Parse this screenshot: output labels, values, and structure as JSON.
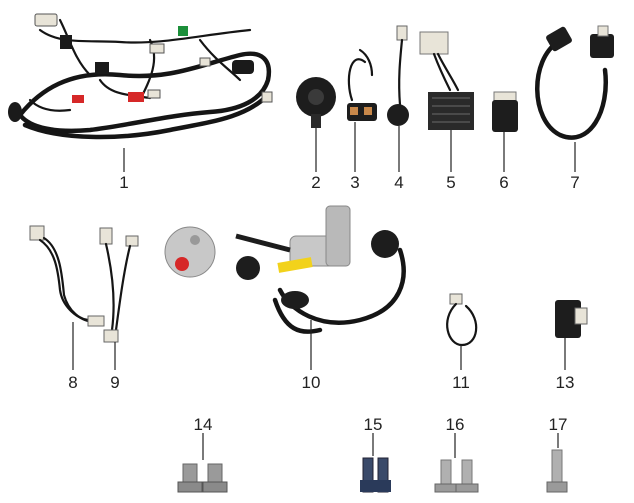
{
  "colors": {
    "wire": "#151515",
    "plug_white": "#e8e4d8",
    "plug_grey": "#b9b9b9",
    "metal": "#c8c8c8",
    "red": "#d62828",
    "yellow": "#f2d21b",
    "green": "#1c8f3a",
    "blue": "#2d5fb5"
  },
  "parts": [
    {
      "number": "1"
    },
    {
      "number": "2"
    },
    {
      "number": "3"
    },
    {
      "number": "4"
    },
    {
      "number": "5"
    },
    {
      "number": "6"
    },
    {
      "number": "7"
    },
    {
      "number": "8"
    },
    {
      "number": "9"
    },
    {
      "number": "10"
    },
    {
      "number": "11"
    },
    {
      "number": "13"
    },
    {
      "number": "14"
    },
    {
      "number": "15"
    },
    {
      "number": "16"
    },
    {
      "number": "17"
    }
  ]
}
